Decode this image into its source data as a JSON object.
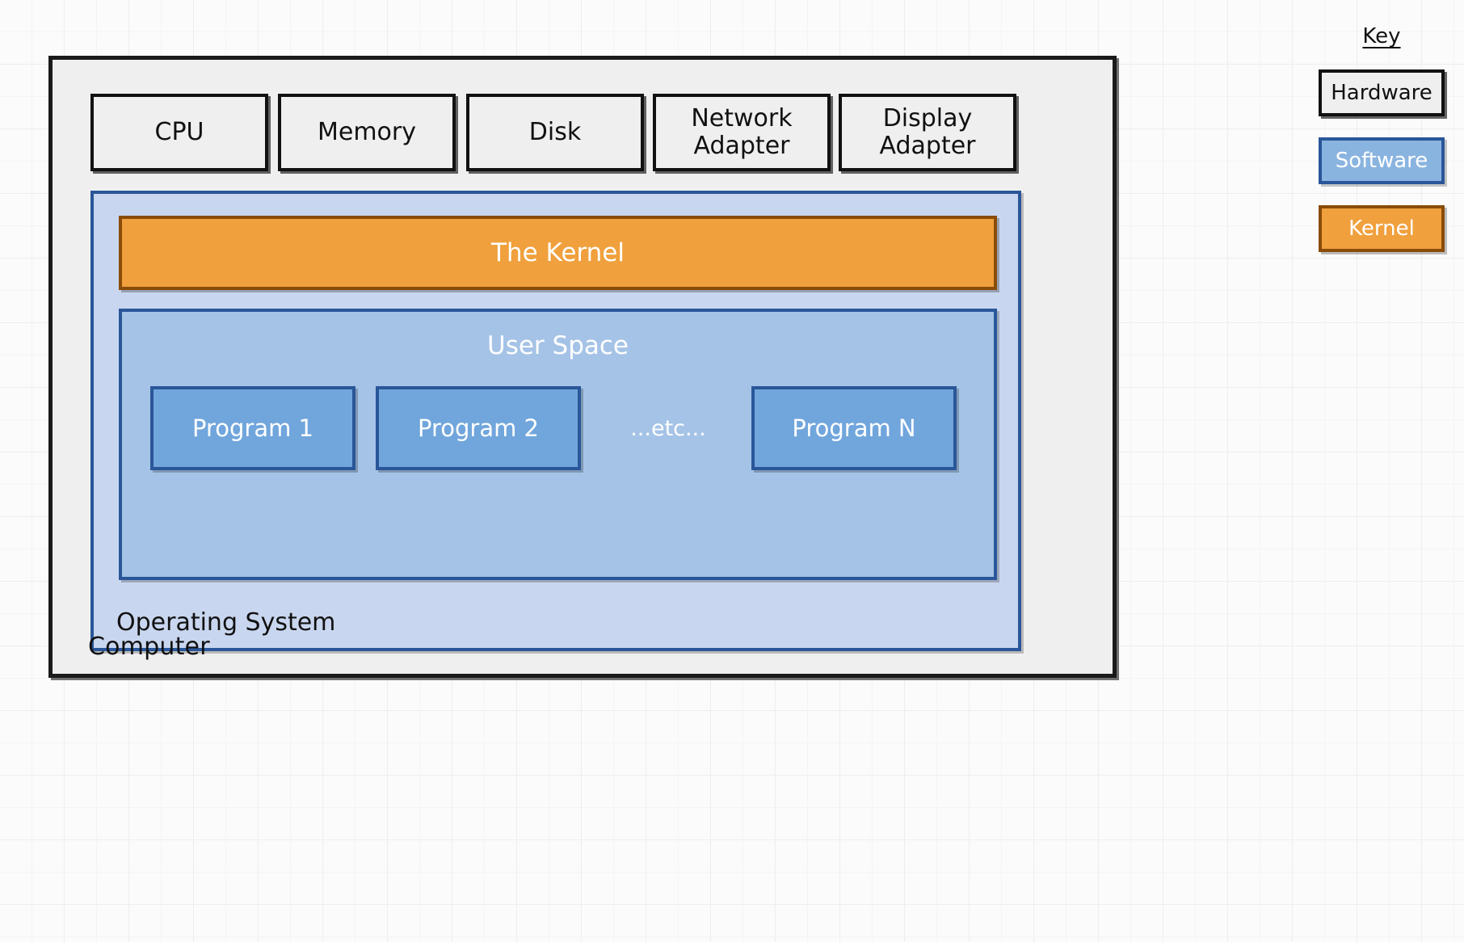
{
  "diagram": {
    "title": "Computer / Operating System architecture diagram",
    "computer": {
      "label": "Computer",
      "hardware_components": [
        {
          "label": "CPU"
        },
        {
          "label": "Memory"
        },
        {
          "label": "Disk"
        },
        {
          "label": "Network\nAdapter"
        },
        {
          "label": "Display\nAdapter"
        }
      ],
      "operating_system": {
        "label": "Operating System",
        "kernel": {
          "label": "The Kernel"
        },
        "user_space": {
          "label": "User Space",
          "programs": [
            {
              "label": "Program 1"
            },
            {
              "label": "Program 2"
            },
            {
              "label": "Program N"
            }
          ],
          "ellipsis_label": "...etc..."
        }
      }
    }
  },
  "key": {
    "title": "Key",
    "items": [
      {
        "label": "Hardware",
        "fill": "#efefef",
        "border": "#111111",
        "text": "#111111"
      },
      {
        "label": "Software",
        "fill": "#8ab4e0",
        "border": "#2a5699",
        "text": "#ffffff"
      },
      {
        "label": "Kernel",
        "fill": "#f0a03c",
        "border": "#8a4c09",
        "text": "#ffffff"
      }
    ]
  },
  "colors": {
    "page_background": "#fbfbfb",
    "grid_minor": "#f4f4f4",
    "grid_major": "#eeeeee",
    "hardware_fill": "#efefef",
    "hardware_border": "#111111",
    "os_fill": "#c9d6ef",
    "os_border": "#2a5699",
    "user_space_fill": "#a5c3e6",
    "program_fill": "#71a6dc",
    "kernel_fill": "#f0a03c",
    "kernel_border": "#8a4c09"
  }
}
